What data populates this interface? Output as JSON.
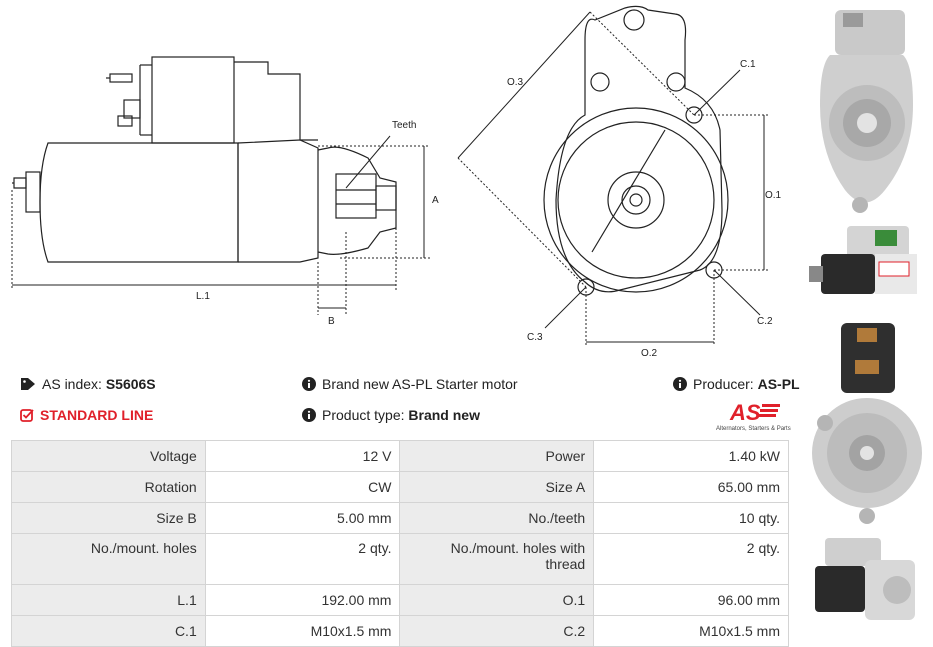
{
  "drawing_labels": {
    "teeth": "Teeth",
    "a": "A",
    "b": "B",
    "l1": "L.1",
    "o3": "O.3",
    "c1": "C.1",
    "o1": "O.1",
    "c2": "C.2",
    "c3": "C.3",
    "o2": "O.2"
  },
  "info": {
    "as_index_label": "AS index:",
    "as_index_value": "S5606S",
    "standard_line": "STANDARD LINE",
    "description": "Brand new AS-PL Starter motor",
    "product_type_label": "Product type:",
    "product_type_value": "Brand new",
    "producer_label": "Producer:",
    "producer_value": "AS-PL",
    "logo_text": "AS",
    "logo_tagline": "Alternators, Starters & Parts"
  },
  "icons": {
    "tag": "tag-icon",
    "check": "check-square-icon",
    "info": "info-circle-icon"
  },
  "colors": {
    "accent_red": "#e0202a",
    "table_key_bg": "#ececec",
    "table_border": "#d4d4d4"
  },
  "specs": [
    [
      {
        "k": "Voltage",
        "v": "12 V"
      },
      {
        "k": "Power",
        "v": "1.40 kW"
      }
    ],
    [
      {
        "k": "Rotation",
        "v": "CW"
      },
      {
        "k": "Size A",
        "v": "65.00 mm"
      }
    ],
    [
      {
        "k": "Size B",
        "v": "5.00 mm"
      },
      {
        "k": "No./teeth",
        "v": "10 qty."
      }
    ],
    [
      {
        "k": "No./mount. holes",
        "v": "2 qty."
      },
      {
        "k": "No./mount. holes with thread",
        "v": "2 qty."
      }
    ],
    [
      {
        "k": "L.1",
        "v": "192.00 mm"
      },
      {
        "k": "O.1",
        "v": "96.00 mm"
      }
    ],
    [
      {
        "k": "C.1",
        "v": "M10x1.5 mm"
      },
      {
        "k": "C.2",
        "v": "M10x1.5 mm"
      }
    ]
  ]
}
